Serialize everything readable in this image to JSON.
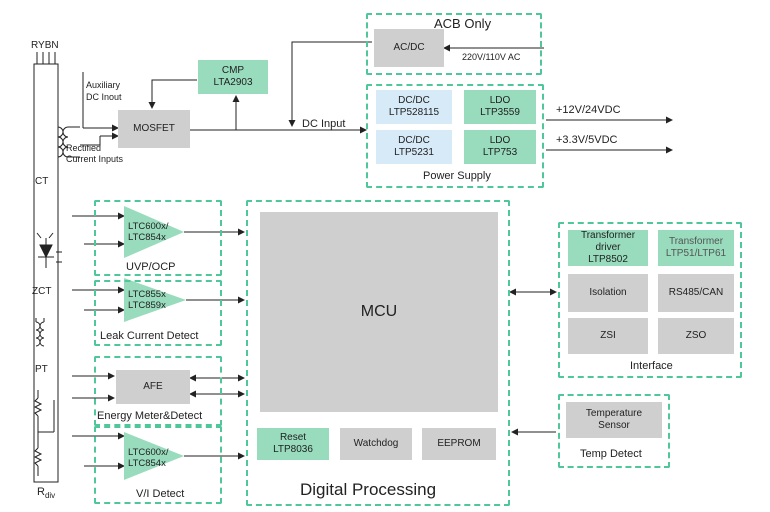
{
  "phases": "RYBN",
  "sensors": {
    "ct": "CT",
    "zct": "ZCT",
    "pt": "PT",
    "rdiv_main": "R",
    "rdiv_sub": "div"
  },
  "labels": {
    "auxiliary_dc_input_line1": "Auxiliary",
    "auxiliary_dc_input_line2": "DC Inout",
    "rectified_line1": "Rectified",
    "rectified_line2": "Current Inputs",
    "dc_input": "DC Input",
    "mains_ac": "220V/110V AC",
    "out_12v": "+12V/24VDC",
    "out_3v3": "+3.3V/5VDC"
  },
  "acb": {
    "title": "ACB Only",
    "acdc": "AC/DC"
  },
  "mosfet": "MOSFET",
  "cmp": {
    "line1": "CMP",
    "line2": "LTA2903"
  },
  "power_supply": {
    "title": "Power Supply",
    "dcdc1": {
      "line1": "DC/DC",
      "line2": "LTP528115"
    },
    "ldo1": {
      "line1": "LDO",
      "line2": "LTP3559"
    },
    "dcdc2": {
      "line1": "DC/DC",
      "line2": "LTP5231"
    },
    "ldo2": {
      "line1": "LDO",
      "line2": "LTP753"
    }
  },
  "uvp": {
    "title": "UVP/OCP",
    "amp_line1": "LTC600x/",
    "amp_line2": "LTC854x"
  },
  "leak": {
    "title": "Leak Current Detect",
    "amp_line1": "LTC855x",
    "amp_line2": "LTC859x"
  },
  "energy": {
    "title": "Energy Meter&Detect",
    "afe": "AFE"
  },
  "vi": {
    "title": "V/I Detect",
    "amp_line1": "LTC600x/",
    "amp_line2": "LTC854x"
  },
  "digital": {
    "title": "Digital Processing",
    "mcu": "MCU",
    "reset_line1": "Reset",
    "reset_line2": "LTP8036",
    "watchdog": "Watchdog",
    "eeprom": "EEPROM"
  },
  "interface": {
    "title": "Interface",
    "transformer_driver_line1": "Transformer driver",
    "transformer_driver_line2": "LTP8502",
    "transformer_line1": "Transformer",
    "transformer_line2": "LTP51/LTP61",
    "isolation": "Isolation",
    "rs485": "RS485/CAN",
    "zsi": "ZSI",
    "zso": "ZSO"
  },
  "temp": {
    "title": "Temp Detect",
    "sensor_line1": "Temperature",
    "sensor_line2": "Sensor"
  },
  "colors": {
    "green_fill": "#98dcbd",
    "blue_fill": "#d6eaf8",
    "gray_fill": "#cfcfcf",
    "dash_border": "#4fc79a"
  }
}
